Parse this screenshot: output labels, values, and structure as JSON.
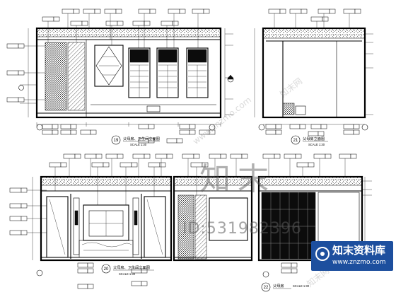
{
  "watermark": {
    "big": "知末",
    "id": "ID:531982396",
    "site": "知末资料库",
    "url": "www.znzmo.com",
    "diag_1": "知末网",
    "diag_2": "知末网",
    "diag_3": "www.znzmo.com"
  },
  "drawings": [
    {
      "number": "19",
      "title": "父母房、卫生间立面图",
      "scale": "SCALE 1:30"
    },
    {
      "number": "21",
      "title": "父母房立面图",
      "scale": "SCALE 1:30"
    },
    {
      "number": "20",
      "title": "父母房、卫生间立面图",
      "scale": "SCALE 1:30"
    },
    {
      "number": "22",
      "title": "父母房",
      "scale": "SCALE 1:30"
    }
  ]
}
